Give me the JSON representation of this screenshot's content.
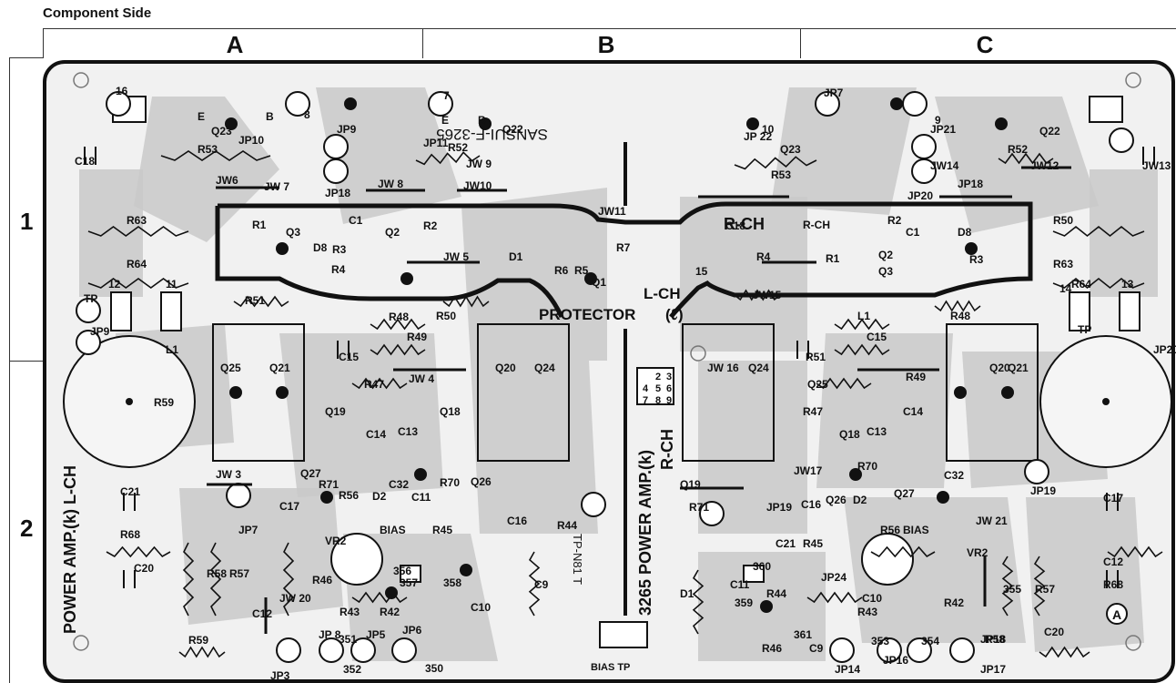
{
  "page": {
    "title": "Component Side"
  },
  "grid": {
    "columns": [
      "A",
      "B",
      "C"
    ],
    "rows": [
      "1",
      "2"
    ]
  },
  "board": {
    "watermark": "SANSUI-F-3265",
    "big_labels": {
      "protector": "PROTECTOR",
      "protector_suffix": "(ℓ)",
      "power_amp_left": "POWER AMP.(k) L-CH",
      "power_amp_center": "3265 POWER AMP.(k)",
      "r_ch_center": "R-CH",
      "l_ch_center": "L-CH",
      "r_ch_right": "R-CH",
      "bias_tp": "BIAS TP",
      "circle_a": "A",
      "board_number": "TP-N81 T"
    },
    "connector_digits": [
      "2",
      "3",
      "4",
      "5",
      "6",
      "7",
      "8",
      "9"
    ],
    "labels": [
      "16",
      "Q23",
      "E",
      "B",
      "JP10",
      "8",
      "7",
      "JP11",
      "E",
      "B",
      "Q22",
      "R53",
      "R52",
      "JW 9",
      "JW6",
      "JP9",
      "JW 7",
      "JP18",
      "JW 8",
      "JW10",
      "JW11",
      "C18",
      "R63",
      "R64",
      "TP",
      "12",
      "11",
      "JP9",
      "L1",
      "R51",
      "R1",
      "Q3",
      "C1",
      "Q2",
      "R2",
      "D8",
      "R3",
      "R4",
      "JW 5",
      "D1",
      "R6",
      "R5",
      "Q1",
      "R7",
      "15",
      "R48",
      "R50",
      "R49",
      "C15",
      "JW 4",
      "Q25",
      "Q21",
      "Q20",
      "Q24",
      "R47",
      "Q19",
      "C14",
      "C13",
      "Q18",
      "C32",
      "Q27",
      "R71",
      "R56",
      "D2",
      "C11",
      "R70",
      "Q26",
      "C16",
      "JW 3",
      "C21",
      "C17",
      "JP7",
      "R68",
      "C20",
      "VR2",
      "BIAS",
      "R45",
      "R58",
      "R57",
      "R46",
      "JW 20",
      "C12",
      "R43",
      "R42",
      "JP 8",
      "JP5",
      "JP6",
      "JP3",
      "R59",
      "351",
      "352",
      "350",
      "356",
      "357",
      "358",
      "C10",
      "C9",
      "R44",
      "JP7",
      "9",
      "10",
      "JP21",
      "JP 22",
      "Q22",
      "Q23",
      "R52",
      "R53",
      "JW12",
      "JW14",
      "JP20",
      "JP18",
      "JW13",
      "C18",
      "R-CH",
      "R2",
      "C1",
      "D8",
      "R1",
      "Q2",
      "R3",
      "Q3",
      "R4",
      "JW15",
      "R50",
      "R63",
      "R64",
      "13",
      "14",
      "TP",
      "JP20",
      "L1",
      "R48",
      "R51",
      "C15",
      "R49",
      "JW 16",
      "Q24",
      "Q20",
      "Q21",
      "Q25",
      "R47",
      "Q18",
      "C13",
      "C14",
      "Q19",
      "JW17",
      "R70",
      "C32",
      "Q27",
      "R71",
      "JP19",
      "JP19",
      "C16",
      "Q26",
      "D2",
      "R56",
      "BIAS",
      "VR2",
      "JW 21",
      "C17",
      "C21",
      "R45",
      "C11",
      "359",
      "360",
      "JP24",
      "D1",
      "R44",
      "361",
      "C10",
      "R43",
      "R42",
      "R46",
      "C9",
      "JP14",
      "353",
      "JP16",
      "354",
      "JP18",
      "JP17",
      "355",
      "R57",
      "R58",
      "C12",
      "R68",
      "C20",
      "R59"
    ]
  }
}
